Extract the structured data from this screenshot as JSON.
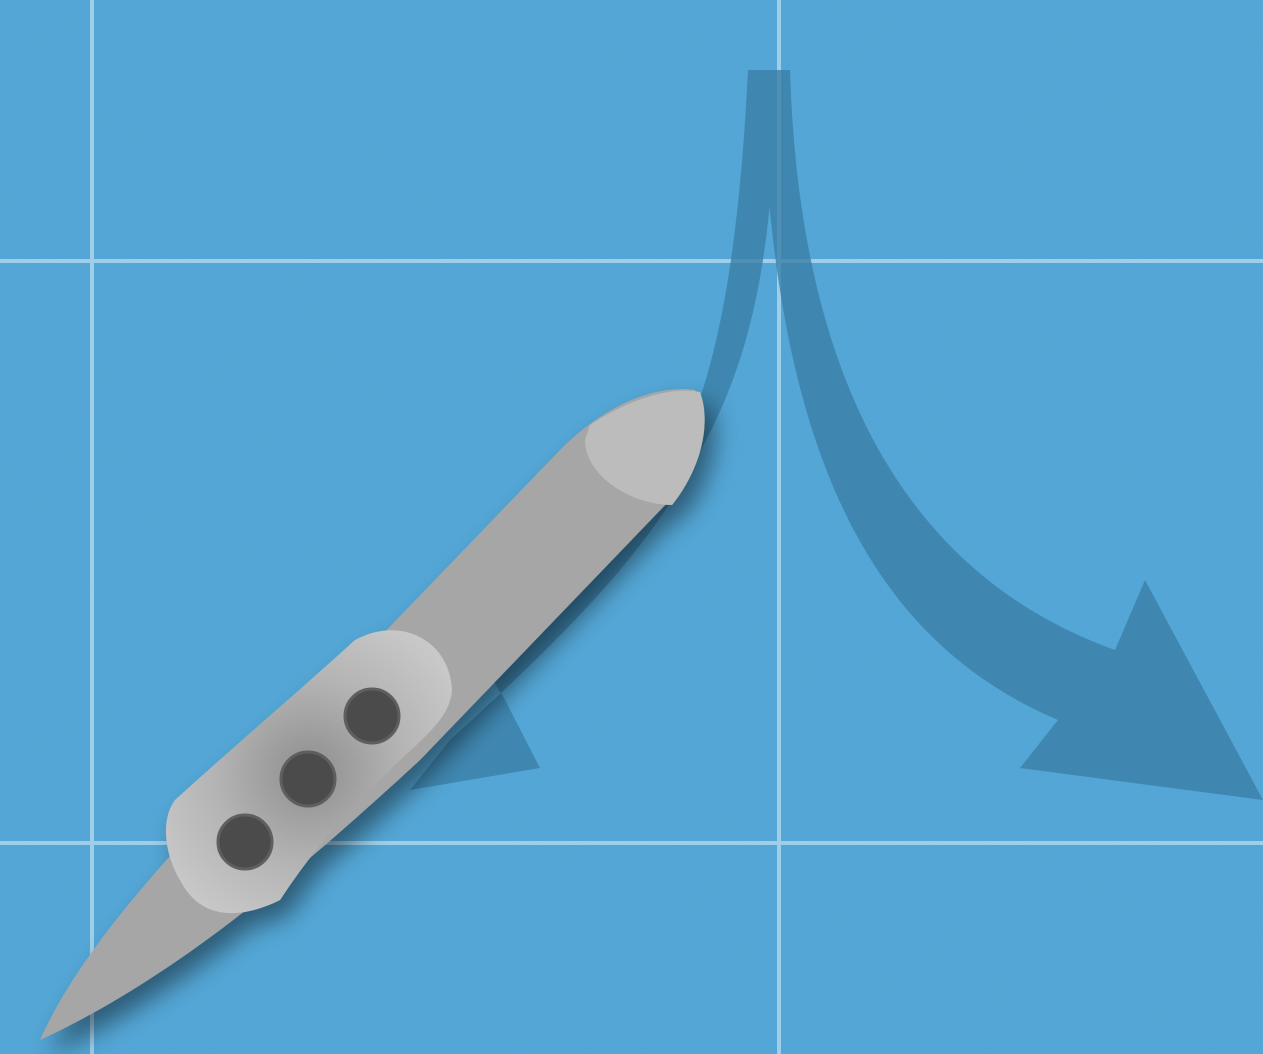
{
  "scene": {
    "kind": "top-down ship path puzzle",
    "colors": {
      "water": "#4ea3d4",
      "water_speckle": "#5aaedd",
      "grid_line": "#a9d2ea",
      "path_arrow": "#3a7fa6",
      "ship_hull": "#a6a6a6",
      "ship_bow": "#bcbcbc",
      "cabin": "#c6c6c6",
      "funnel": "#4b4b4b"
    },
    "grid": {
      "lines_visible": true,
      "columns_visible": 2,
      "rows_visible": 3
    },
    "paths": [
      {
        "name": "path-left-branch",
        "shape": "curved arrow",
        "direction": "down-left"
      },
      {
        "name": "path-right-branch",
        "shape": "curved arrow",
        "direction": "down-right"
      }
    ],
    "ship": {
      "heading": "north-east",
      "funnel_count": 3
    }
  }
}
